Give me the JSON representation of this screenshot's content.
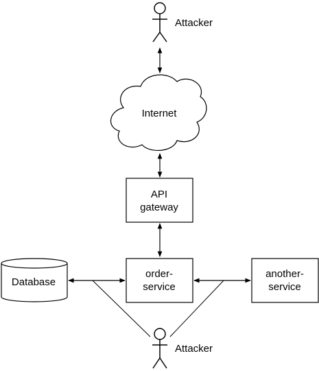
{
  "actors": {
    "top": {
      "label": "Attacker"
    },
    "bottom": {
      "label": "Attacker"
    }
  },
  "nodes": {
    "internet": {
      "label": "Internet",
      "shape": "cloud"
    },
    "api_gateway": {
      "line1": "API",
      "line2": "gateway",
      "shape": "rectangle"
    },
    "order_service": {
      "line1": "order-",
      "line2": "service",
      "shape": "rectangle"
    },
    "database": {
      "label": "Database",
      "shape": "cylinder"
    },
    "another_service": {
      "line1": "another-",
      "line2": "service",
      "shape": "rectangle"
    }
  },
  "connections": [
    {
      "from": "attacker-top",
      "to": "internet",
      "arrows": "both"
    },
    {
      "from": "internet",
      "to": "api_gateway",
      "arrows": "both"
    },
    {
      "from": "api_gateway",
      "to": "order_service",
      "arrows": "both"
    },
    {
      "from": "order_service",
      "to": "database",
      "arrows": "both"
    },
    {
      "from": "order_service",
      "to": "another_service",
      "arrows": "both"
    },
    {
      "from": "attacker-bottom",
      "to": "database-link",
      "arrows": "none"
    },
    {
      "from": "attacker-bottom",
      "to": "another-service-link",
      "arrows": "none"
    }
  ],
  "colors": {
    "stroke": "#000000",
    "fill": "#ffffff"
  }
}
